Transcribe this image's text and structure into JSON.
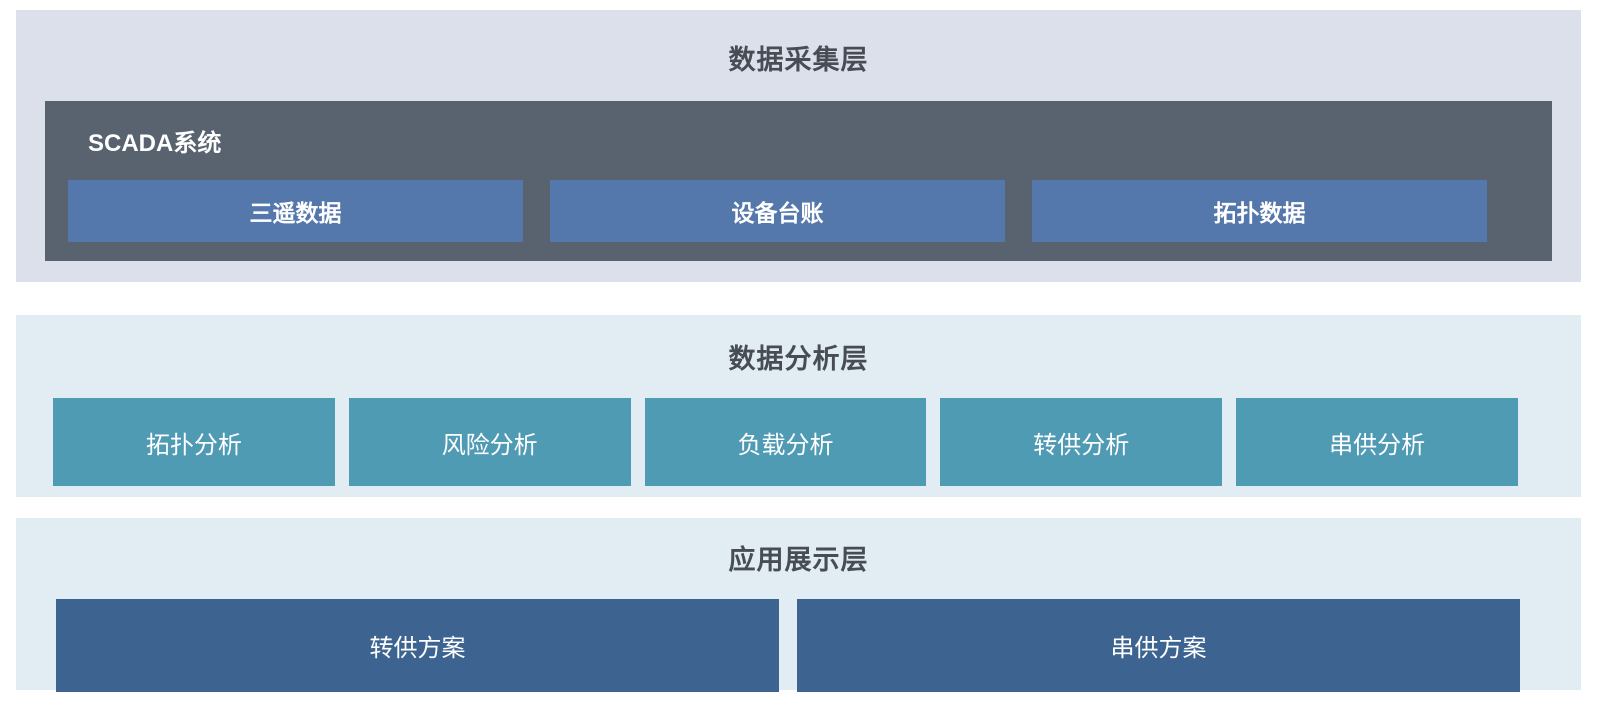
{
  "layers": {
    "collection": {
      "title": "数据采集层",
      "scada": {
        "label": "SCADA系统",
        "items": [
          {
            "label": "三遥数据"
          },
          {
            "label": "设备台账"
          },
          {
            "label": "拓扑数据"
          }
        ]
      }
    },
    "analysis": {
      "title": "数据分析层",
      "items": [
        {
          "label": "拓扑分析"
        },
        {
          "label": "风险分析"
        },
        {
          "label": "负载分析"
        },
        {
          "label": "转供分析"
        },
        {
          "label": "串供分析"
        }
      ]
    },
    "application": {
      "title": "应用展示层",
      "items": [
        {
          "label": "转供方案"
        },
        {
          "label": "串供方案"
        }
      ]
    }
  },
  "colors": {
    "collection_layer_bg": "#dce0eb",
    "scada_box_bg": "#59626f",
    "scada_item_bg": "#5478ab",
    "analysis_layer_bg": "#e1edf3",
    "analysis_item_bg": "#4f9bb4",
    "application_layer_bg": "#e1edf3",
    "application_item_bg": "#3d6491",
    "layer_title_color": "#474c55",
    "item_text_color": "#ffffff"
  }
}
